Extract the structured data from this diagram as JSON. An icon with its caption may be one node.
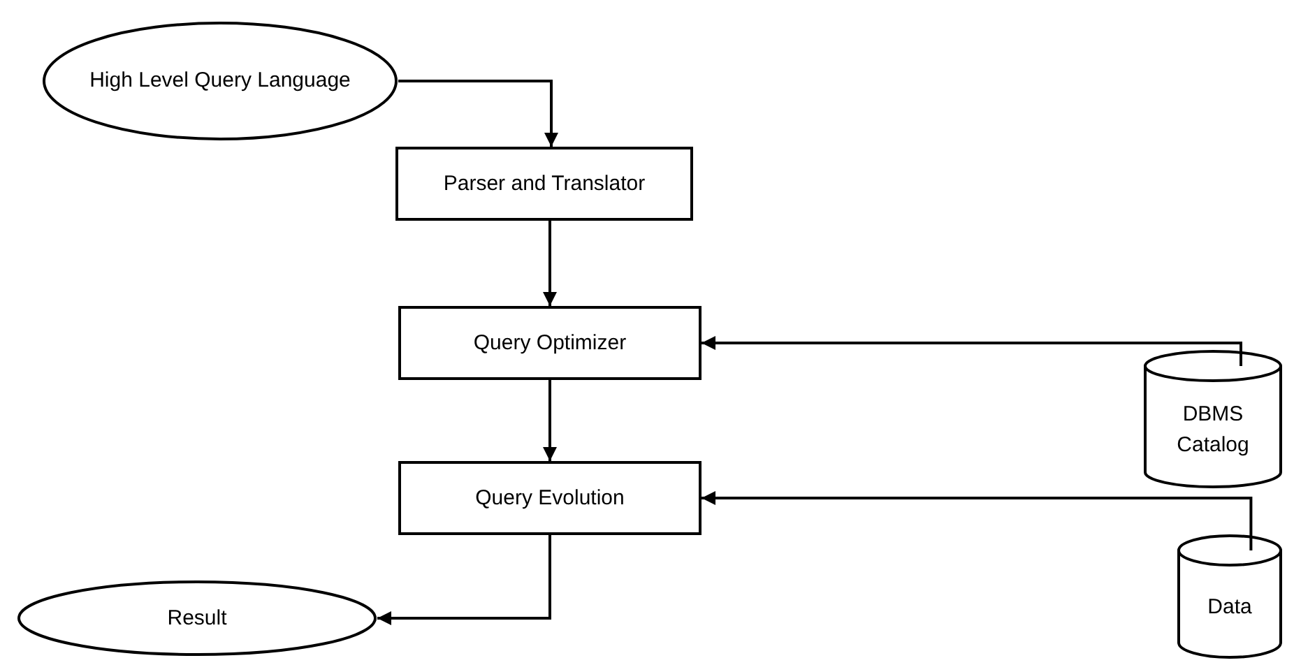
{
  "diagram": {
    "nodes": [
      {
        "text": [
          "High Level Query Language"
        ]
      },
      {
        "text": [
          "Parser and Translator"
        ]
      },
      {
        "text": [
          "Query Optimizer"
        ]
      },
      {
        "text": [
          "DBMS Catalog"
        ]
      },
      {
        "text": [
          "Query Evolution"
        ]
      },
      {
        "text": [
          "Data"
        ]
      },
      {
        "text": [
          "Result"
        ]
      }
    ],
    "edges": [
      {
        "from": 0,
        "to": 1,
        "arrow": "to"
      },
      {
        "from": 1,
        "to": 2,
        "arrow": "to"
      },
      {
        "from": 3,
        "to": 2,
        "arrow": "to"
      },
      {
        "from": 2,
        "to": 4,
        "arrow": "to"
      },
      {
        "from": 5,
        "to": 4,
        "arrow": "to"
      },
      {
        "from": 4,
        "to": 6,
        "arrow": "to"
      }
    ]
  }
}
